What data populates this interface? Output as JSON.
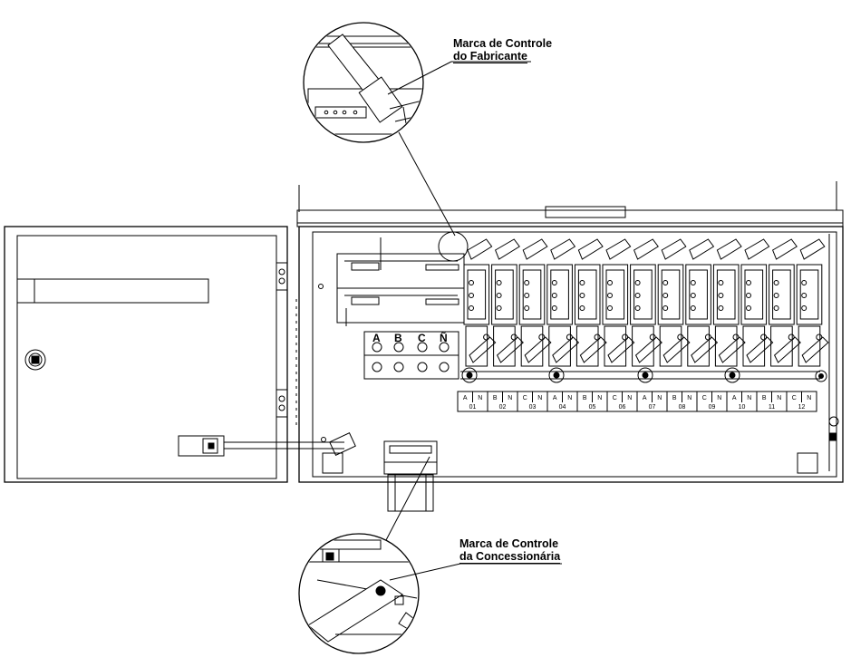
{
  "callouts": {
    "manufacturer": {
      "line1": "Marca de Controle",
      "line2": "do Fabricante"
    },
    "utility": {
      "line1": "Marca de Controle",
      "line2": "da Concessionária"
    }
  },
  "bus_labels": [
    "A",
    "B",
    "C",
    "Ñ"
  ],
  "terminal_strip": {
    "phases": [
      "A",
      "N",
      "B",
      "N",
      "C",
      "N",
      "A",
      "N",
      "B",
      "N",
      "C",
      "N",
      "A",
      "N",
      "B",
      "N",
      "C",
      "N",
      "A",
      "N",
      "B",
      "N",
      "C",
      "N"
    ],
    "numbers": [
      "01",
      "02",
      "03",
      "04",
      "05",
      "06",
      "07",
      "08",
      "09",
      "10",
      "11",
      "12"
    ]
  },
  "colors": {
    "line": "#000000",
    "background": "#ffffff",
    "fill": "#f2f2f2"
  }
}
